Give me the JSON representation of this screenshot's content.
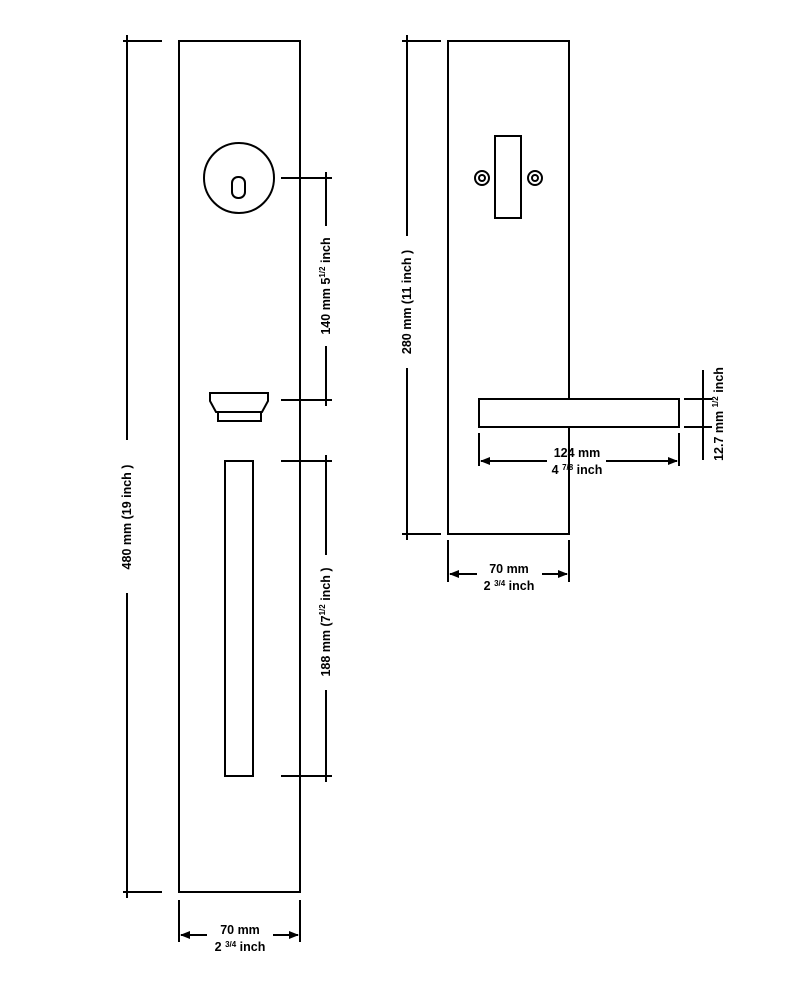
{
  "left_plate": {
    "height_label": "480 mm (19  inch )",
    "deadbolt_spacing_label_mm": "140 mm  5",
    "deadbolt_spacing_frac": "1/2",
    "deadbolt_spacing_unit": " inch",
    "grip_length_label_mm": "188 mm (7",
    "grip_length_frac": "1/2",
    "grip_length_unit": " inch )",
    "width_mm": "70 mm",
    "width_inch_whole": "2",
    "width_inch_frac": "3/4",
    "width_inch_unit": " inch"
  },
  "right_plate": {
    "height_label": "280 mm (11 inch )",
    "width_mm": "70 mm",
    "width_inch_whole": "2",
    "width_inch_frac": "3/4",
    "width_inch_unit": " inch",
    "lever_length_mm": "124 mm",
    "lever_length_inch_whole": "4",
    "lever_length_inch_frac": "7/8",
    "lever_length_inch_unit": " inch",
    "lever_thickness_mm": "12.7 mm",
    "lever_thickness_frac": "1/2",
    "lever_thickness_unit": " inch"
  },
  "colors": {
    "line": "#000000",
    "background": "#ffffff"
  }
}
